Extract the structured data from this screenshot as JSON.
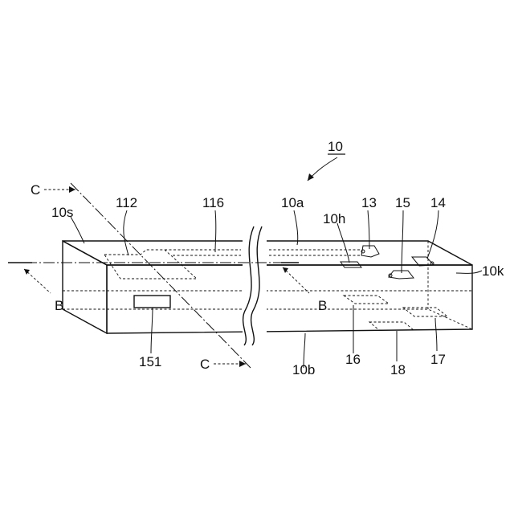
{
  "figure": {
    "title": "10",
    "labels": {
      "device": "10",
      "top_face": "10a",
      "bottom_face": "10b",
      "left_side": "10s",
      "right_side": "10k",
      "hole": "10h",
      "part_13": "13",
      "part_14": "14",
      "part_15": "15",
      "part_16": "16",
      "part_17": "17",
      "part_18": "18",
      "part_112": "112",
      "part_116": "116",
      "part_151": "151",
      "section_b_left": "B",
      "section_b_right": "B",
      "section_c_top": "C",
      "section_c_bottom": "C"
    }
  },
  "colors": {
    "ink": "#111111",
    "paper": "#ffffff"
  }
}
